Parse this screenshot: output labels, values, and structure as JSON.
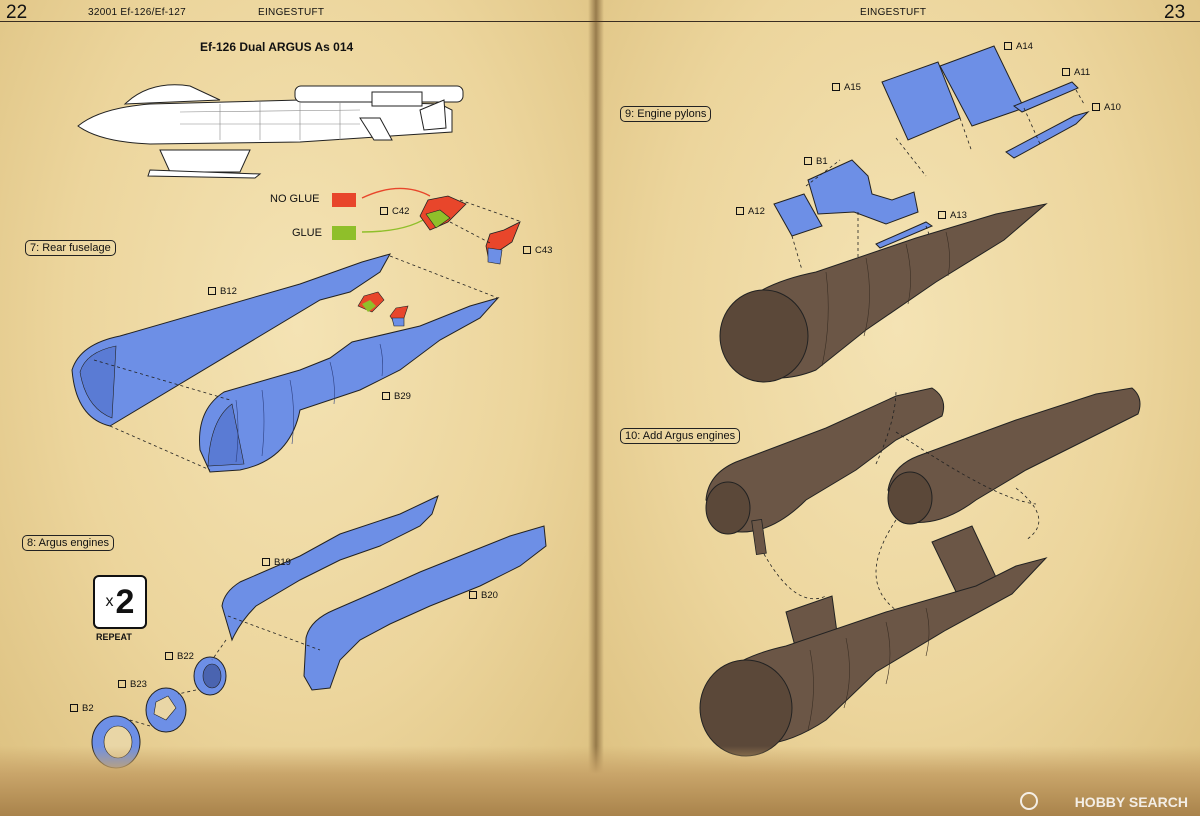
{
  "left": {
    "page_number": "22",
    "code": "32001 Ef-126/Ef-127",
    "brand": "EINGESTUFT",
    "title": "Ef-126 Dual ARGUS As 014",
    "glue_legend": {
      "no_glue": "NO GLUE",
      "glue": "GLUE"
    },
    "steps": {
      "s7": "7: Rear fuselage",
      "s8": "8: Argus engines"
    },
    "parts": {
      "c42": "C42",
      "c43": "C43",
      "b12": "B12",
      "b29": "B29",
      "b19": "B19",
      "b20": "B20",
      "b22": "B22",
      "b23": "B23",
      "b2": "B2"
    },
    "repeat": {
      "x": "x",
      "count": "2",
      "label": "REPEAT"
    }
  },
  "right": {
    "page_number": "23",
    "brand": "EINGESTUFT",
    "steps": {
      "s9": "9: Engine pylons",
      "s10": "10: Add Argus engines"
    },
    "parts": {
      "a14": "A14",
      "a15": "A15",
      "a11": "A11",
      "a10": "A10",
      "b1": "B1",
      "a12": "A12",
      "a13": "A13"
    }
  },
  "watermark": "HOBBY SEARCH",
  "colors": {
    "part_blue": "#6d8fe6",
    "assembled_brown": "#6b5646",
    "no_glue_red": "#e8462b",
    "glue_green": "#8fbf2a",
    "paper": "#ecd59c"
  }
}
